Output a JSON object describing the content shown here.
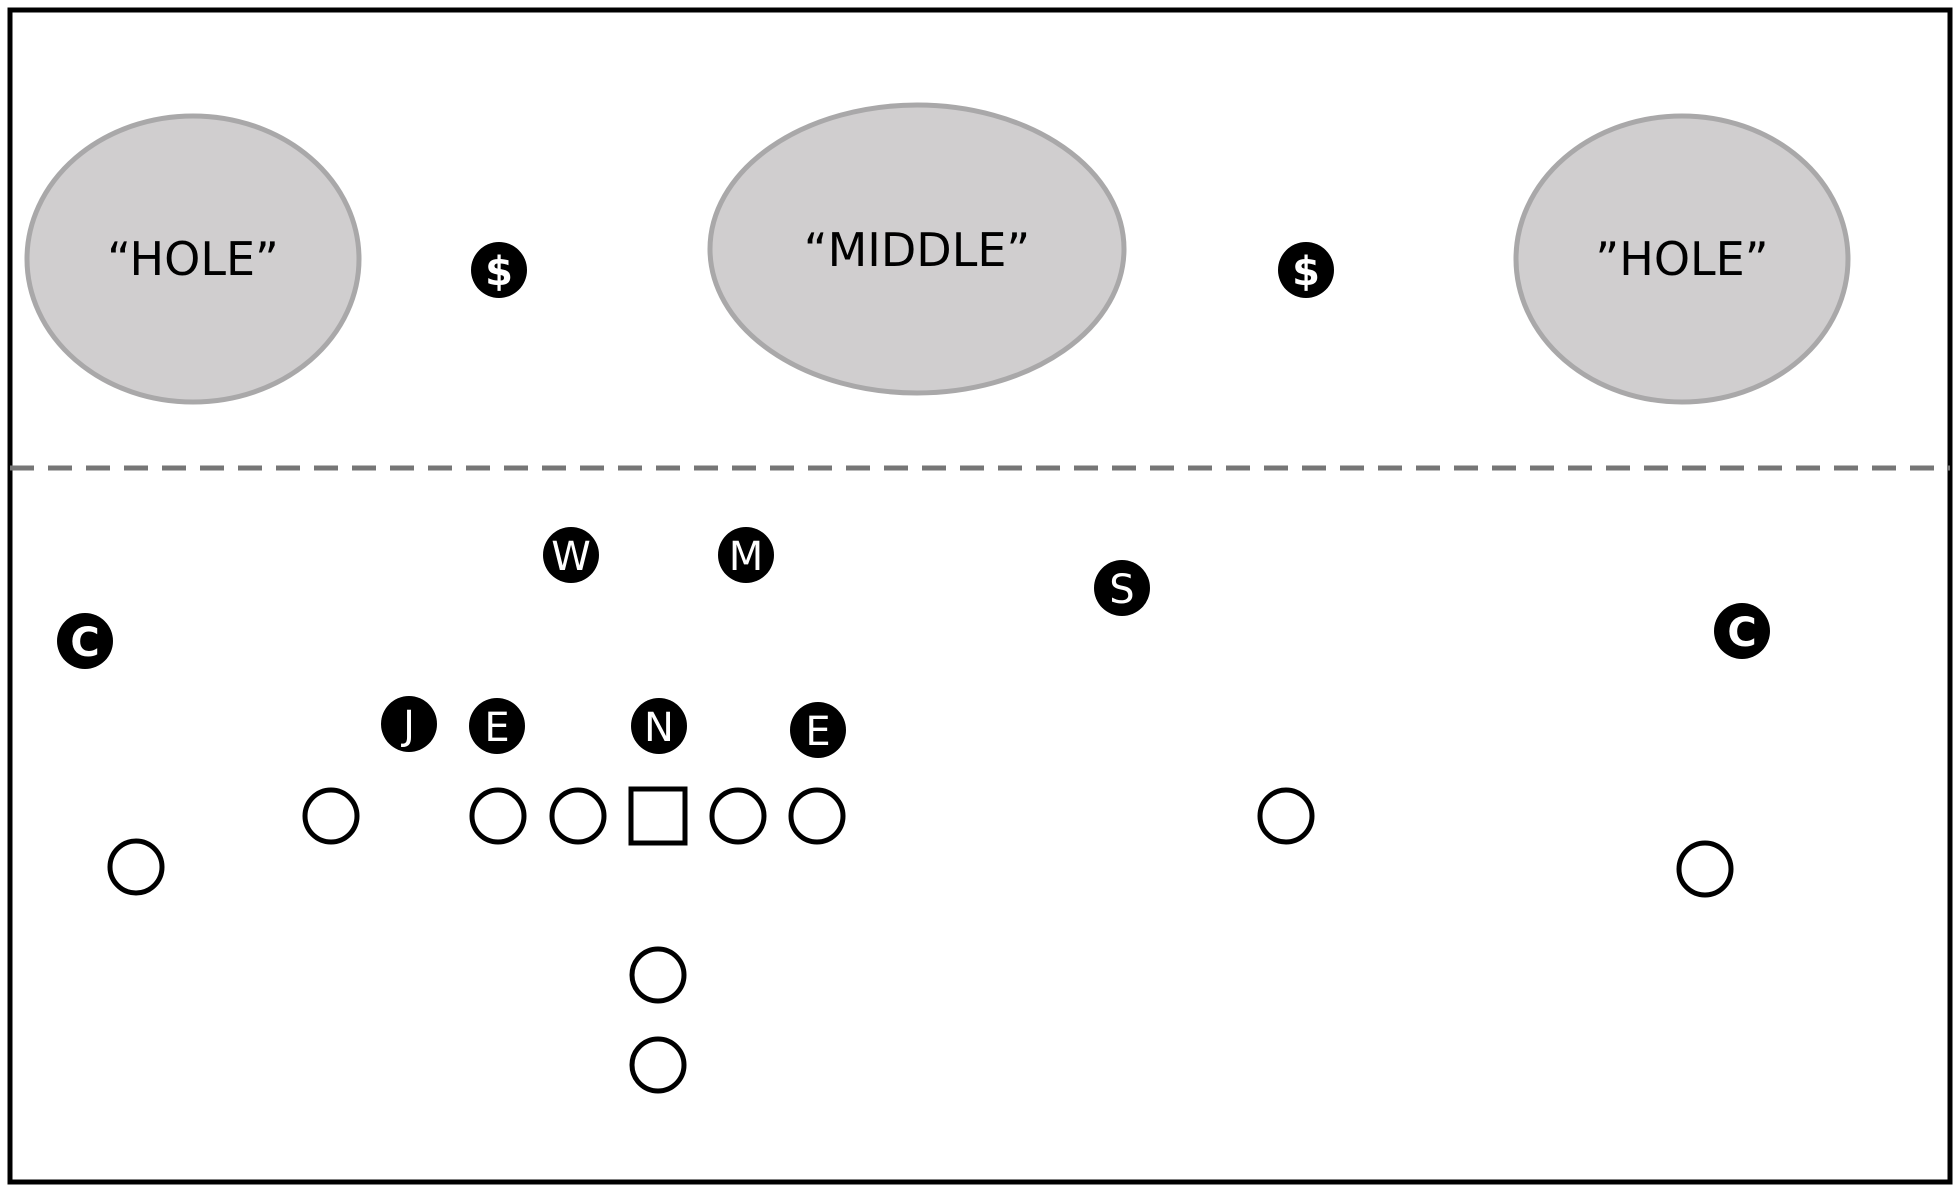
{
  "zones": [
    {
      "id": "left-hole",
      "label": "“HOLE”"
    },
    {
      "id": "middle",
      "label": "“MIDDLE”"
    },
    {
      "id": "right-hole",
      "label": "”HOLE”"
    }
  ],
  "defense": [
    {
      "id": "dollar-left",
      "label": "$"
    },
    {
      "id": "dollar-right",
      "label": "$"
    },
    {
      "id": "will",
      "label": "W"
    },
    {
      "id": "mike",
      "label": "M"
    },
    {
      "id": "sam",
      "label": "S"
    },
    {
      "id": "corner-left",
      "label": "C"
    },
    {
      "id": "corner-right",
      "label": "C"
    },
    {
      "id": "jack",
      "label": "J"
    },
    {
      "id": "end-left",
      "label": "E"
    },
    {
      "id": "nose",
      "label": "N"
    },
    {
      "id": "end-right",
      "label": "E"
    }
  ],
  "colors": {
    "zone_fill": "#d0cecf",
    "zone_stroke": "#a9a8a9",
    "dash_line": "#767676",
    "defender_fill": "#000000",
    "defender_text": "#ffffff",
    "offense_stroke": "#000000",
    "frame_stroke": "#000000"
  }
}
